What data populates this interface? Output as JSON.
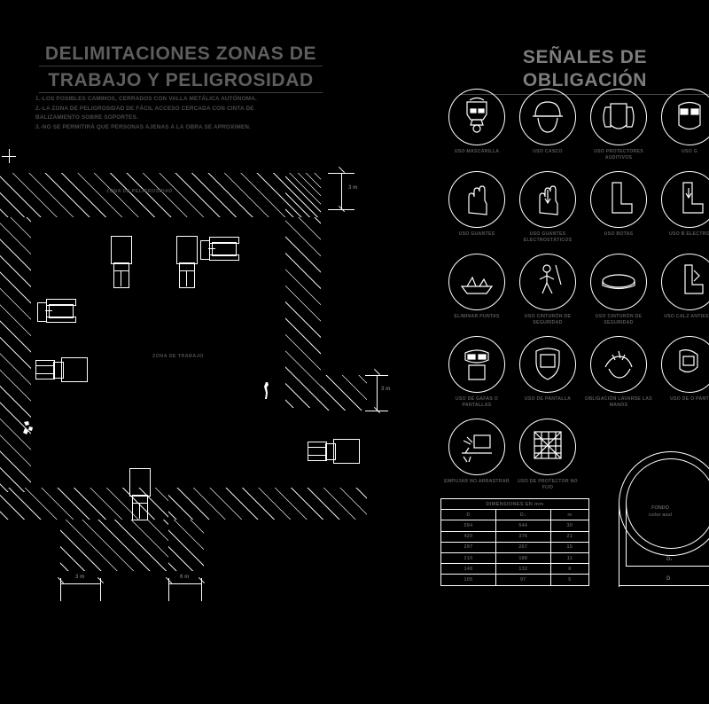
{
  "left_panel": {
    "title_line1": "DELIMITACIONES ZONAS DE",
    "title_line2": "TRABAJO Y PELIGROSIDAD",
    "notes": [
      "1.-LOS POSIBLES CAMINOS, CERRADOS CON VALLA METÁLICA AUTÓNOMA.",
      "2.-LA ZONA DE PELIGROSIDAD DE FÁCIL ACCESO CERCADA CON CINTA DE",
      "BALIZAMIENTO SOBRE SOPORTES.",
      "3.-NO SE PERMITIRÁ QUE PERSONAS AJENAS A LA OBRA SE APROXIMEN."
    ],
    "plan": {
      "zone_danger_label": "ZONA DE PELIGROSIDAD",
      "zone_work_label": "ZONA DE TRABAJO",
      "dim_top_right": "3 m",
      "dim_mid_right": "3 m",
      "dim_bottom_left": "3 m",
      "dim_bottom_right": "6 m"
    }
  },
  "right_panel": {
    "title": "SEÑALES DE OBLIGACIÓN",
    "signs": [
      {
        "icon": "face-mask-icon",
        "label": "USO MASCARILLA"
      },
      {
        "icon": "helmet-icon",
        "label": "USO CASCO"
      },
      {
        "icon": "ear-protector-icon",
        "label": "USO PROTECTORES AUDITIVOS"
      },
      {
        "icon": "safety-glasses-icon",
        "label": "USO G"
      },
      {
        "icon": "gloves-icon",
        "label": "USO GUANTES"
      },
      {
        "icon": "antistatic-gloves-icon",
        "label": "USO GUANTES ELECTROSTÁTICOS"
      },
      {
        "icon": "boots-icon",
        "label": "USO BOTAS"
      },
      {
        "icon": "antistatic-boots-icon",
        "label": "USO B ELECTRO"
      },
      {
        "icon": "remove-points-icon",
        "label": "ELIMINAR PUNTAS"
      },
      {
        "icon": "safety-harness-icon",
        "label": "USO CINTURÓN DE SEGURIDAD"
      },
      {
        "icon": "safety-belt-icon",
        "label": "USO CINTURÓN DE SEGURIDAD"
      },
      {
        "icon": "antistatic-footwear-icon",
        "label": "USO CALZ ANTIESTA"
      },
      {
        "icon": "goggles-screen-icon",
        "label": "USO DE GAFAS O PANTALLAS"
      },
      {
        "icon": "face-screen-icon",
        "label": "USO DE PANTALLA"
      },
      {
        "icon": "wash-hands-icon",
        "label": "OBLIGACIÓN LAVARSE LAS MANOS"
      },
      {
        "icon": "screen-protector-icon",
        "label": "USO DE O PANT"
      },
      {
        "icon": "push-not-drag-icon",
        "label": "EMPUJAR NO ARRASTRAR"
      },
      {
        "icon": "movable-guard-icon",
        "label": "USO DE PROTECTOR NO FIJO"
      }
    ],
    "table": {
      "title": "DIMENSIONES EN mm",
      "columns": [
        "D",
        "D₁",
        "m"
      ],
      "rows": [
        [
          "594",
          "544",
          "30"
        ],
        [
          "420",
          "376",
          "21"
        ],
        [
          "297",
          "267",
          "15"
        ],
        [
          "210",
          "188",
          "11"
        ],
        [
          "148",
          "132",
          "8"
        ],
        [
          "105",
          "97",
          "5"
        ]
      ]
    },
    "circle_detail": {
      "fondo_line1": "FONDO",
      "fondo_line2": "color azul",
      "dim_inner": "D₁",
      "dim_outer": "D"
    }
  },
  "colors": {
    "background": "#000000",
    "line": "#ffffff",
    "text_dim": "#585858",
    "title": "#6c6c6c"
  }
}
